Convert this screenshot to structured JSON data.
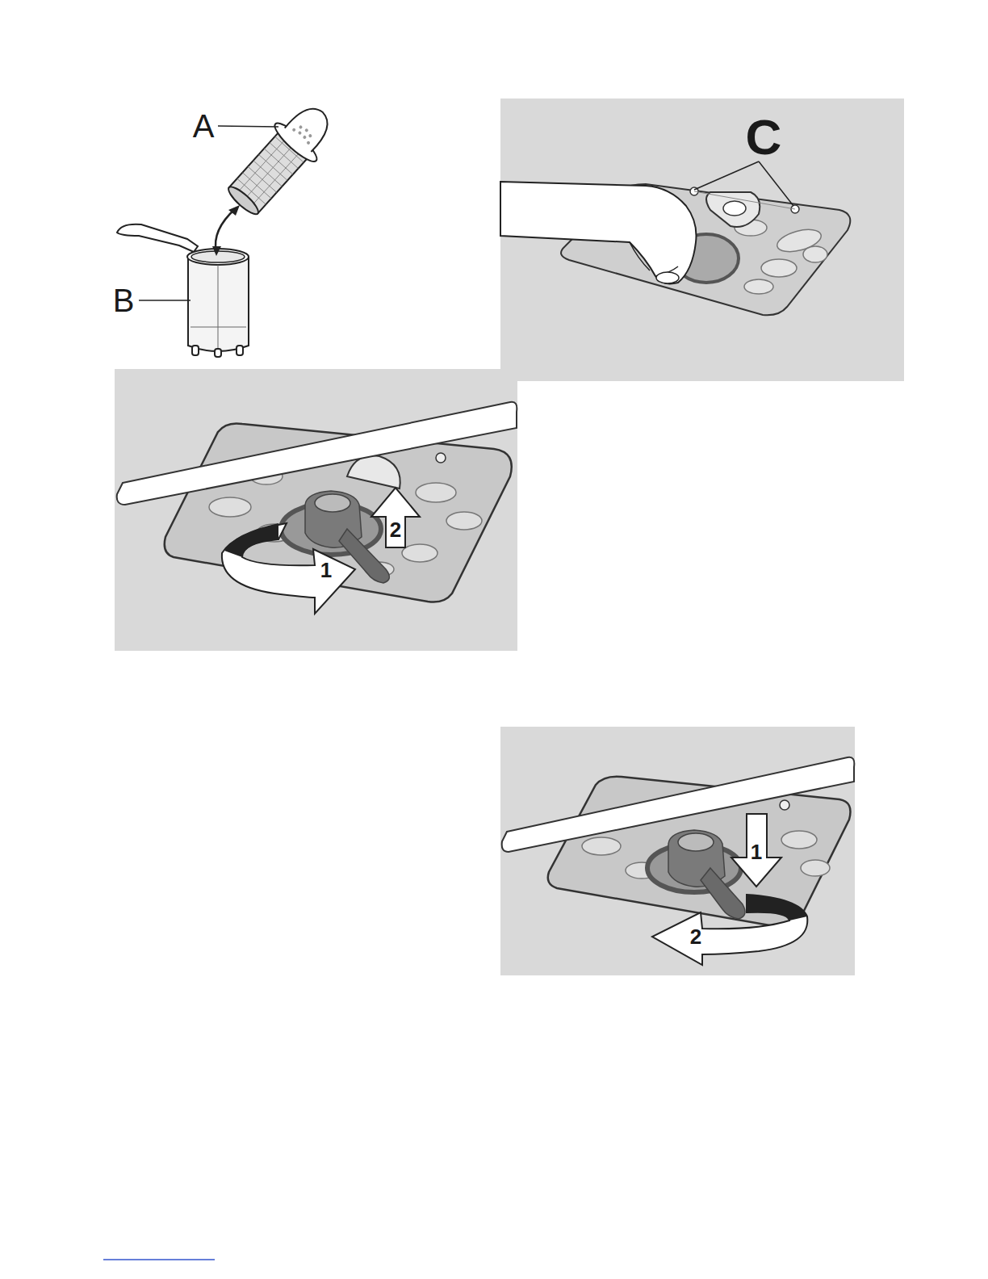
{
  "diagram": {
    "labels": [
      "A",
      "B",
      "C",
      "2",
      "1",
      "1",
      "2"
    ]
  }
}
